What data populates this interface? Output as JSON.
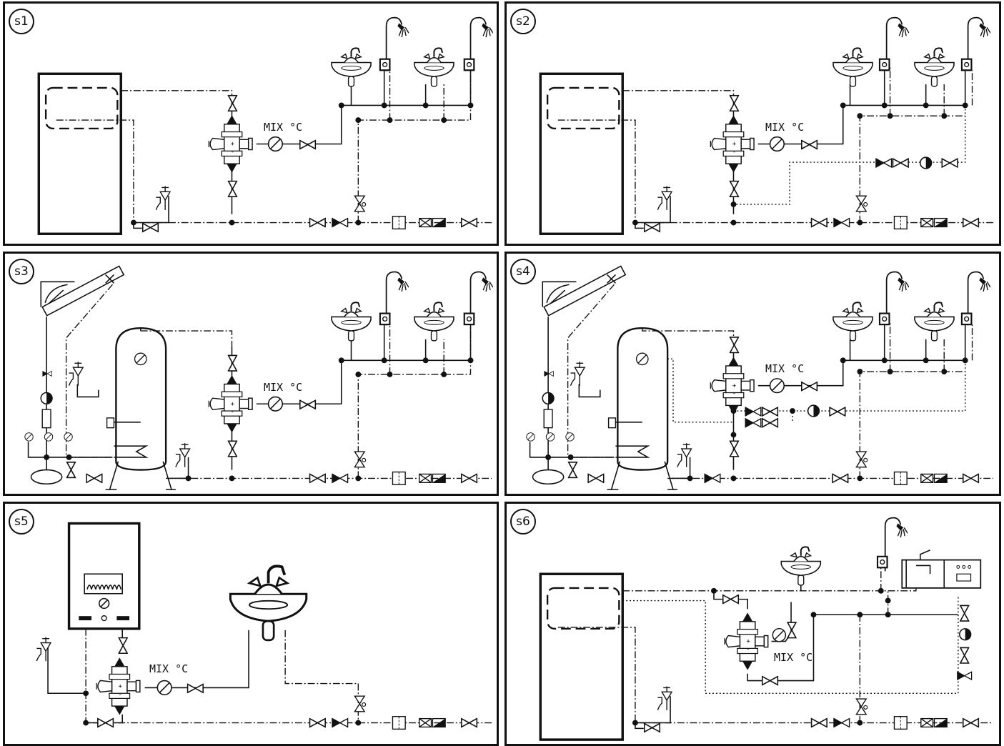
{
  "panels": [
    {
      "id": "s1",
      "label": "s1",
      "mix_label": "MIX °C"
    },
    {
      "id": "s2",
      "label": "s2",
      "mix_label": "MIX °C"
    },
    {
      "id": "s3",
      "label": "s3",
      "mix_label": "MIX °C"
    },
    {
      "id": "s4",
      "label": "s4",
      "mix_label": "MIX °C"
    },
    {
      "id": "s5",
      "label": "s5",
      "mix_label": "MIX °C"
    },
    {
      "id": "s6",
      "label": "s6",
      "mix_label": "MIX °C"
    }
  ]
}
